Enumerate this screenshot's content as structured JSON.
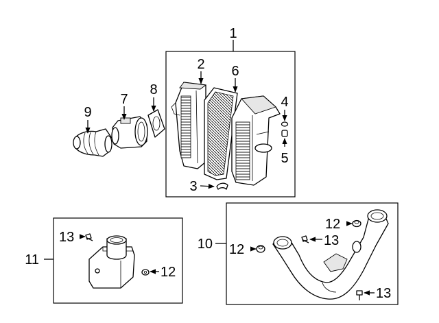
{
  "callouts": {
    "c1": "1",
    "c2": "2",
    "c3": "3",
    "c4": "4",
    "c5": "5",
    "c6": "6",
    "c7": "7",
    "c8": "8",
    "c9": "9",
    "c10": "10",
    "c11": "11",
    "c12a": "12",
    "c12b": "12",
    "c12c": "12",
    "c13a": "13",
    "c13b": "13",
    "c13c": "13"
  }
}
